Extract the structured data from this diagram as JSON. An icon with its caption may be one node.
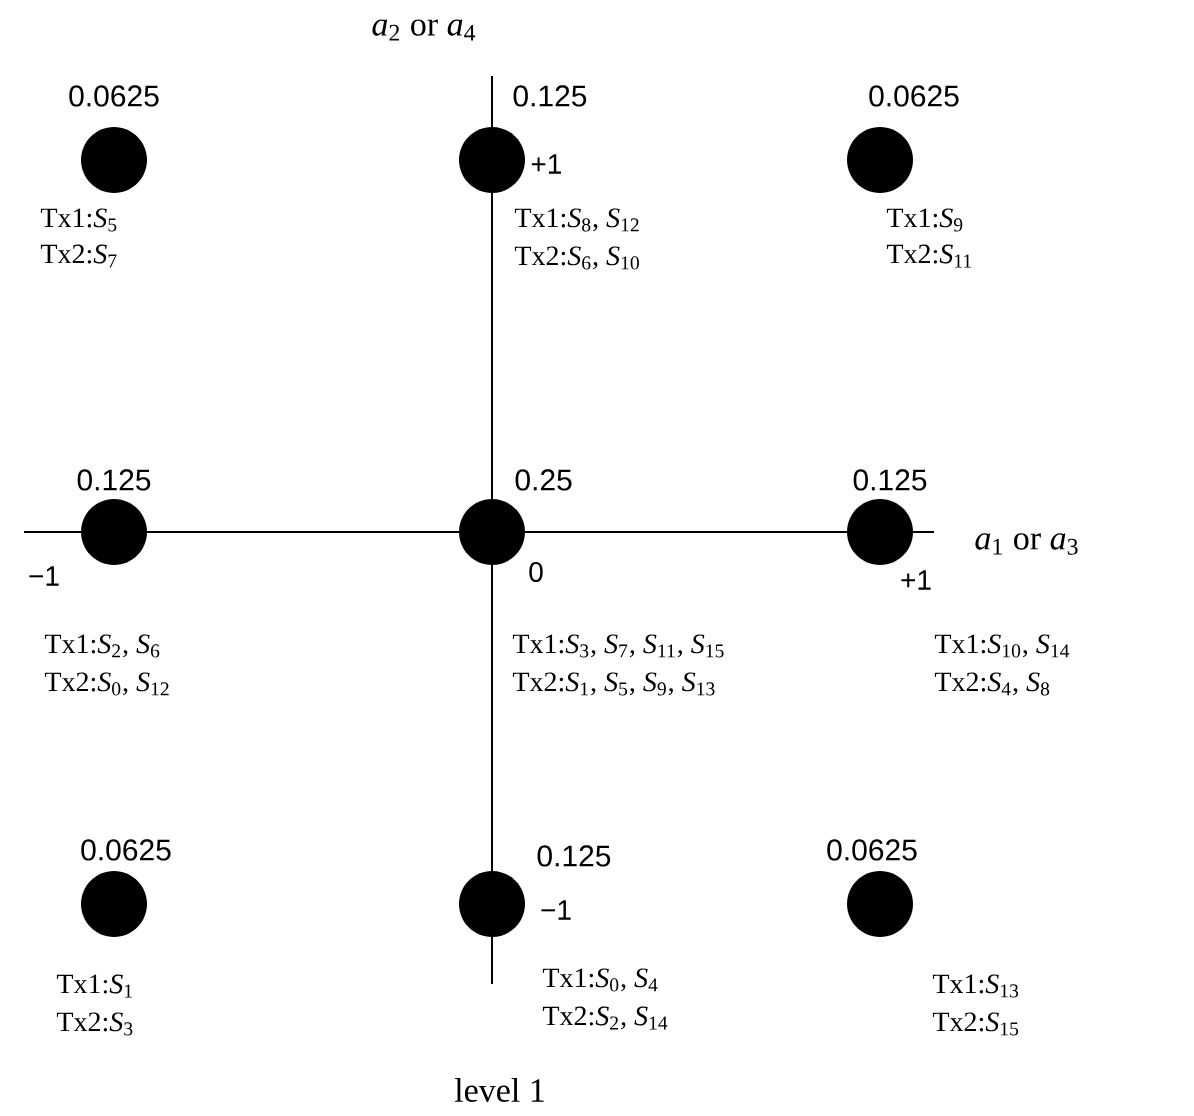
{
  "diagram": {
    "caption": "level 1",
    "nodes": [
      {
        "text": [],
        "shape": "circle",
        "beside": [
          "0.0625",
          "Tx1:*S*$_{5}$",
          "Tx2:*S*$_{7}$"
        ]
      },
      {
        "text": [],
        "shape": "circle",
        "beside": [
          "0.125",
          "Tx1:*S*$_{8}$, *S*$_{12}$",
          "Tx2:*S*$_{6}$, *S*$_{10}$"
        ]
      },
      {
        "text": [],
        "shape": "circle",
        "beside": [
          "0.0625",
          "Tx1:*S*$_{9}$",
          "Tx2:*S*$_{11}$"
        ]
      },
      {
        "text": [],
        "shape": "circle",
        "beside": [
          "0.125",
          "Tx1:*S*$_{2}$, *S*$_{6}$",
          "Tx2:*S*$_{0}$, *S*$_{12}$"
        ]
      },
      {
        "text": [],
        "shape": "circle",
        "beside": [
          "0.25",
          "Tx1:*S*$_{3}$, *S*$_{7}$, *S*$_{11}$, *S*$_{15}$",
          "Tx2:*S*$_{1}$, *S*$_{5}$, *S*$_{9}$, *S*$_{13}$"
        ]
      },
      {
        "text": [],
        "shape": "circle",
        "beside": [
          "0.125",
          "Tx1:*S*$_{10}$, *S*$_{14}$",
          "Tx2:*S*$_{4}$, *S*$_{8}$"
        ]
      },
      {
        "text": [],
        "shape": "circle",
        "beside": [
          "0.0625",
          "Tx1:*S*$_{1}$",
          "Tx2:*S*$_{3}$"
        ]
      },
      {
        "text": [],
        "shape": "circle",
        "beside": [
          "0.125",
          "Tx1:*S*$_{0}$, *S*$_{4}$",
          "Tx2:*S*$_{2}$, *S*$_{14}$"
        ]
      },
      {
        "text": [],
        "shape": "circle",
        "beside": [
          "0.0625",
          "Tx1:*S*$_{13}$",
          "Tx2:*S*$_{15}$"
        ]
      }
    ],
    "labels": [
      "*a*$_{2}$ or *a*$_{4}$",
      "+1",
      "−1",
      "0",
      "+1",
      "*a*$_{1}$ or *a*$_{3}$",
      "−1"
    ]
  }
}
